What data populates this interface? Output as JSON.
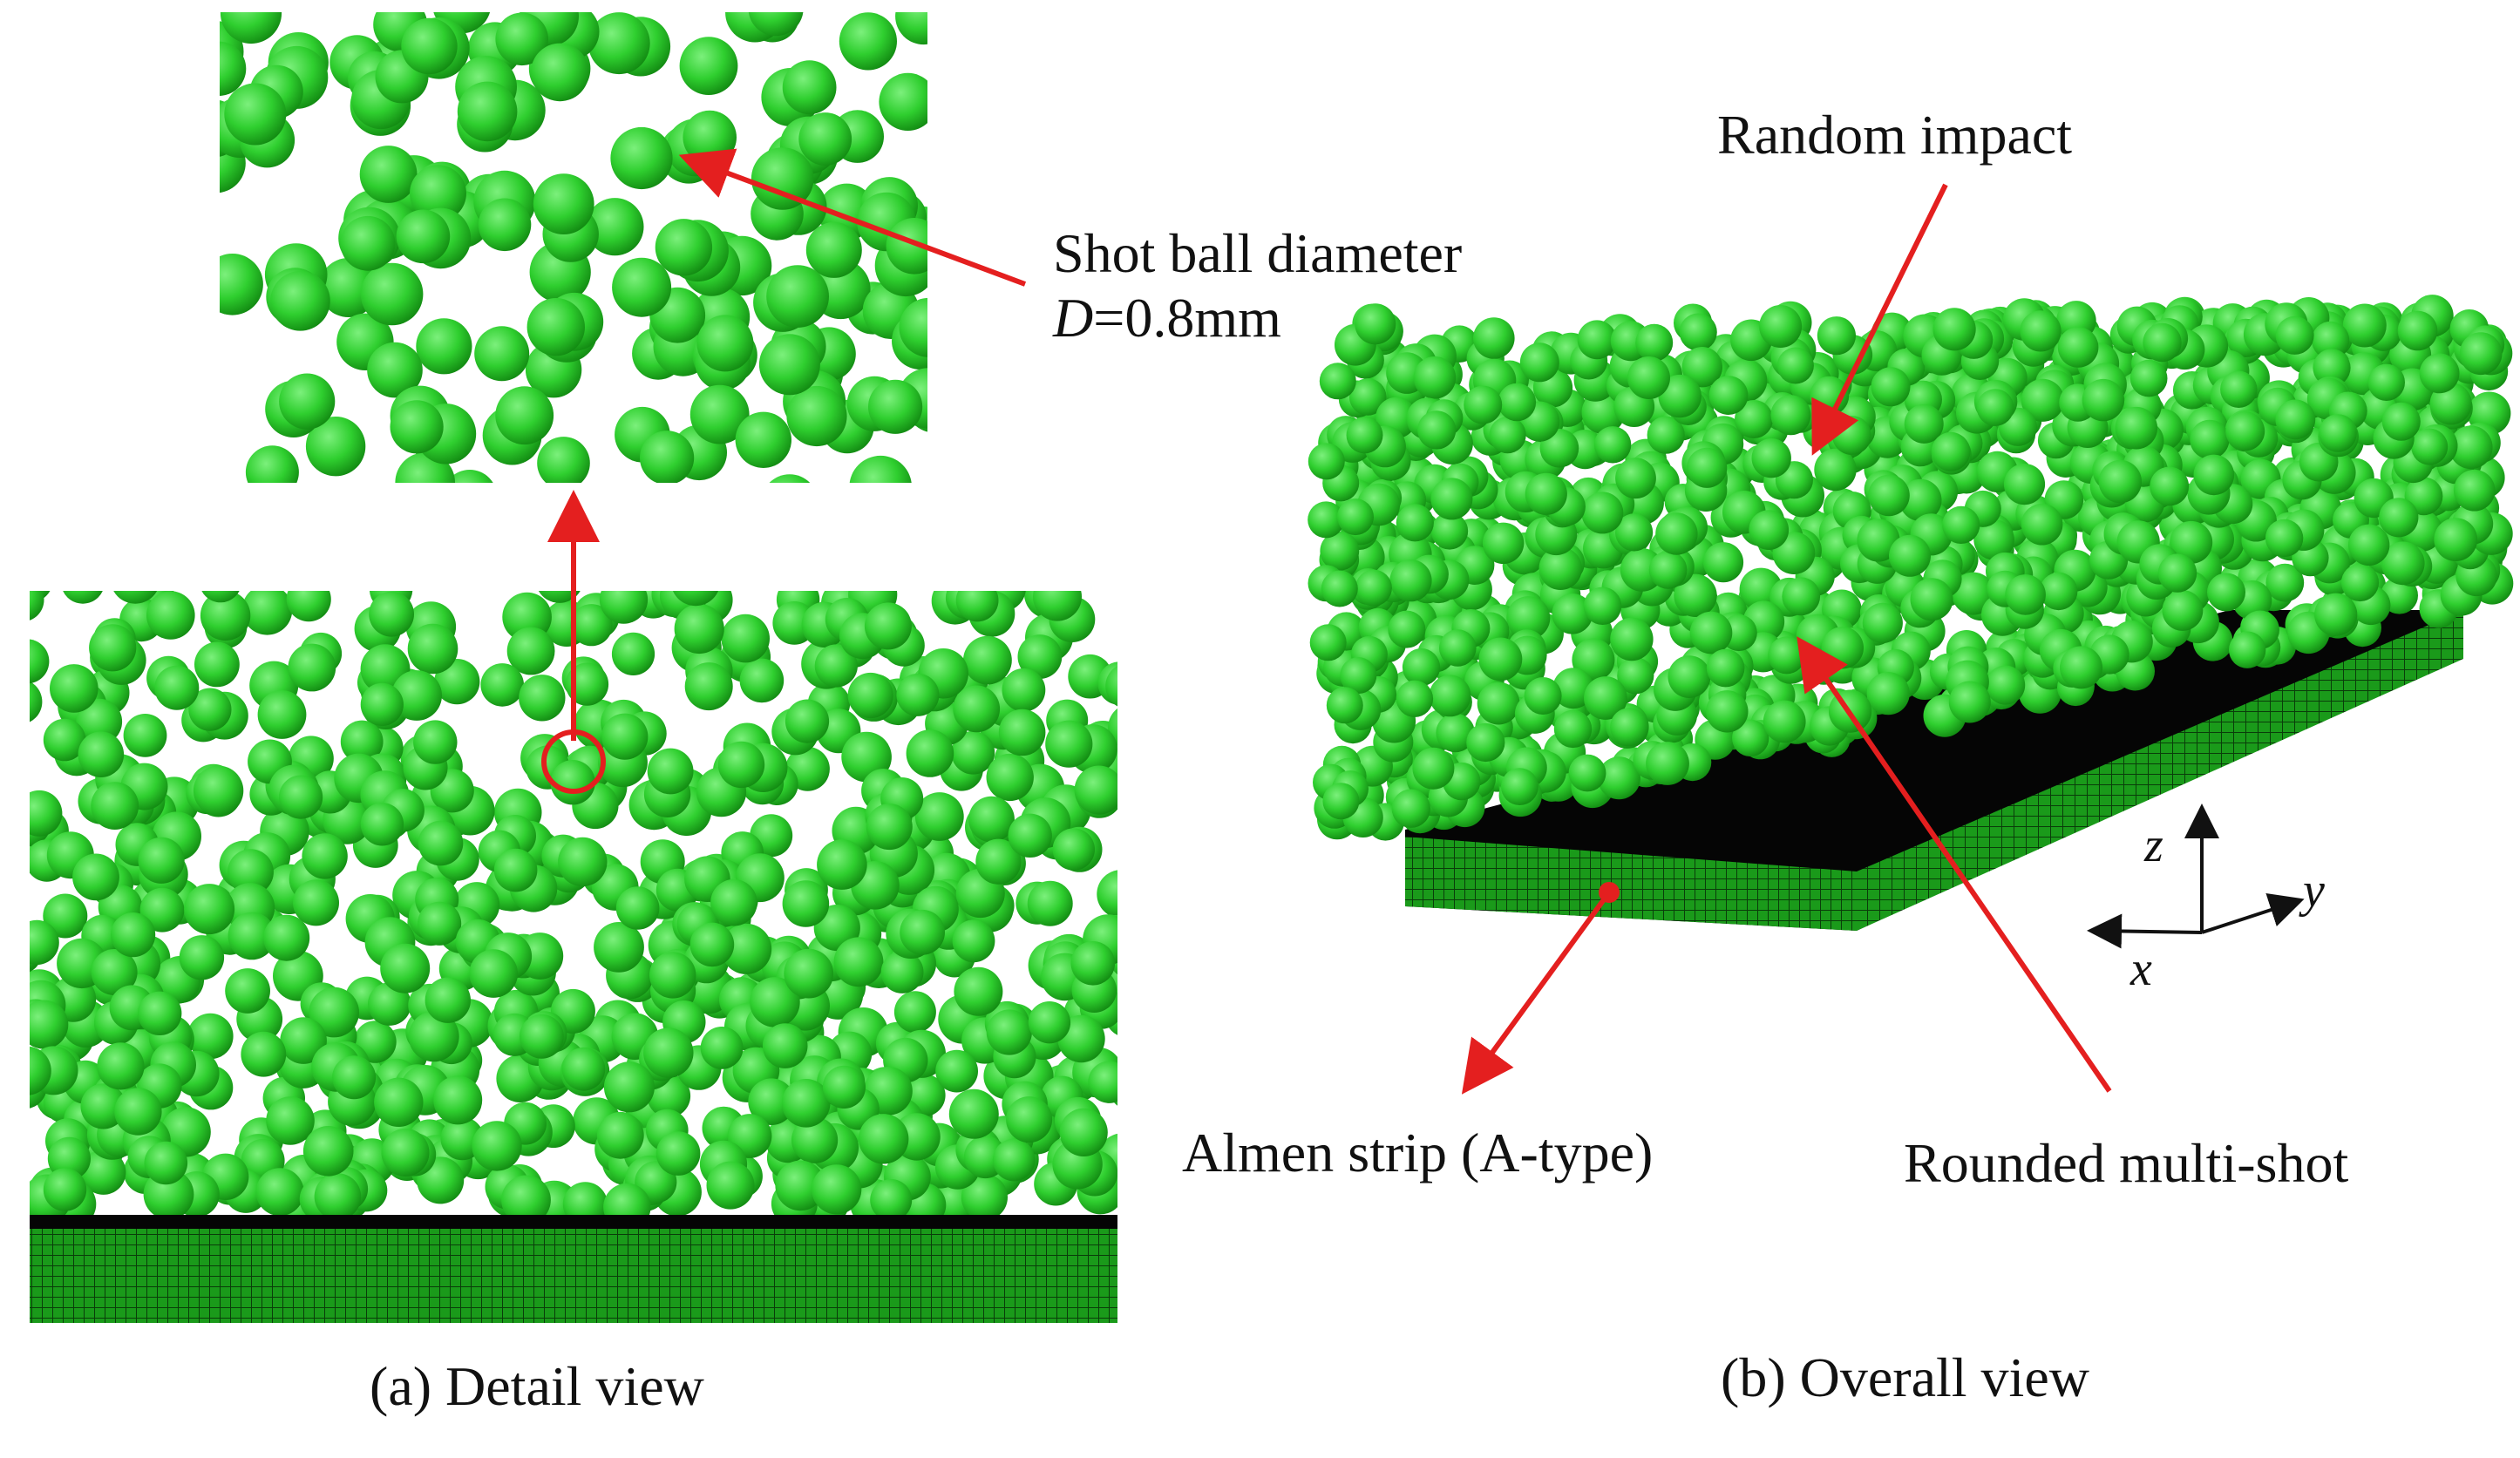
{
  "colors": {
    "ball": "#2fcf2f",
    "ball_edge": "#128a12",
    "ball_highlight": "#7cf07c",
    "mesh": "#1a9a1a",
    "strip_top": "#050505",
    "arrow": "#e41f1f",
    "text": "#111111"
  },
  "labels": {
    "shot_diameter_line1": "Shot ball diameter",
    "shot_diameter_var": "D",
    "shot_diameter_value": "=0.8mm",
    "random_impact": "Random impact",
    "almen_strip": "Almen strip (A-type)",
    "rounded_multishot": "Rounded multi-shot",
    "caption_a": "(a) Detail view",
    "caption_b": "(b) Overall view"
  },
  "axes": {
    "z": "z",
    "y": "y",
    "x": "x"
  }
}
